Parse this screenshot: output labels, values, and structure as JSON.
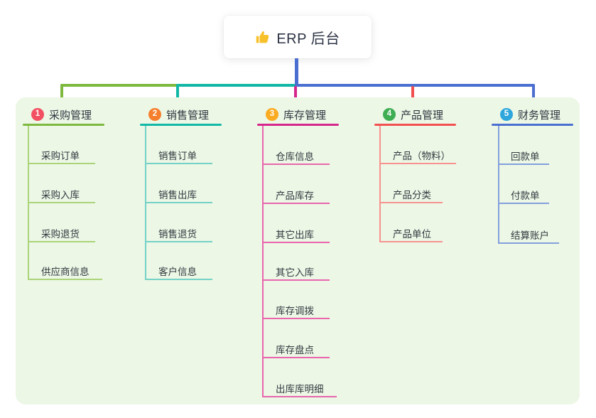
{
  "root": {
    "title": "ERP 后台",
    "icon": "thumbs-up-icon"
  },
  "colors": {
    "panel_bg": "#ecf7e6",
    "root_line": "#4a6fd0",
    "thumb_yellow": "#f8c12c"
  },
  "branches": [
    {
      "number": "1",
      "label": "采购管理",
      "badge_color": "#f25062",
      "line_color": "#7cb93e",
      "child_line_color": "#abd479",
      "children": [
        "采购订单",
        "采购入库",
        "采购退货",
        "供应商信息"
      ]
    },
    {
      "number": "2",
      "label": "销售管理",
      "badge_color": "#f57f2d",
      "line_color": "#12b8a6",
      "child_line_color": "#74d2c7",
      "children": [
        "销售订单",
        "销售出库",
        "销售退货",
        "客户信息"
      ]
    },
    {
      "number": "3",
      "label": "库存管理",
      "badge_color": "#fbab22",
      "line_color": "#d6268c",
      "child_line_color": "#ea66ad",
      "children": [
        "仓库信息",
        "产品库存",
        "其它出库",
        "其它入库",
        "库存调拨",
        "库存盘点",
        "出库库明细"
      ]
    },
    {
      "number": "4",
      "label": "产品管理",
      "badge_color": "#3fae52",
      "line_color": "#f25050",
      "child_line_color": "#f79290",
      "children": [
        "产品（物料）",
        "产品分类",
        "产品单位"
      ]
    },
    {
      "number": "5",
      "label": "财务管理",
      "badge_color": "#2fa7dd",
      "line_color": "#4a6fd0",
      "child_line_color": "#83a0dc",
      "children": [
        "回款单",
        "付款单",
        "结算账户"
      ]
    }
  ]
}
